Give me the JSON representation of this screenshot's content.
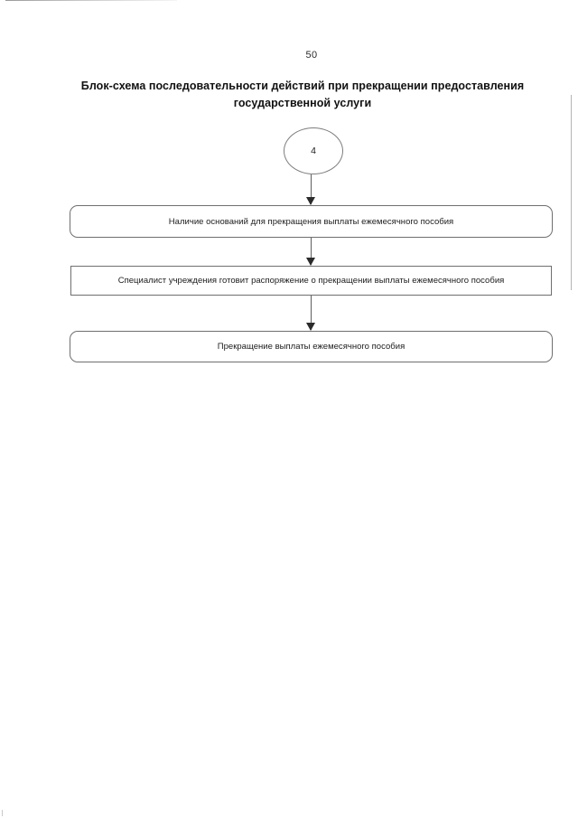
{
  "page": {
    "number": "50",
    "title": "Блок-схема последовательности действий при прекращении предоставления государственной услуги"
  },
  "flowchart": {
    "connector": {
      "label": "4",
      "shape": "circle"
    },
    "nodes": [
      {
        "id": "node-1",
        "shape": "rounded-rectangle",
        "label": "Наличие оснований для прекращения выплаты ежемесячного пособия"
      },
      {
        "id": "node-2",
        "shape": "rectangle",
        "label": "Специалист учреждения готовит распоряжение о прекращении выплаты ежемесячного пособия"
      },
      {
        "id": "node-3",
        "shape": "rounded-rectangle",
        "label": "Прекращение выплаты ежемесячного пособия"
      }
    ],
    "connectors": [
      {
        "id": "arrow-1",
        "from": "connector-circle",
        "to": "node-1",
        "direction": "down"
      },
      {
        "id": "arrow-2",
        "from": "node-1",
        "to": "node-2",
        "direction": "down"
      },
      {
        "id": "arrow-3",
        "from": "node-2",
        "to": "node-3",
        "direction": "down"
      }
    ]
  },
  "colors": {
    "background": "#ffffff",
    "text": "#1c1c1c",
    "box_border": "#6f6f6f",
    "arrow": "#2b2b2b"
  }
}
